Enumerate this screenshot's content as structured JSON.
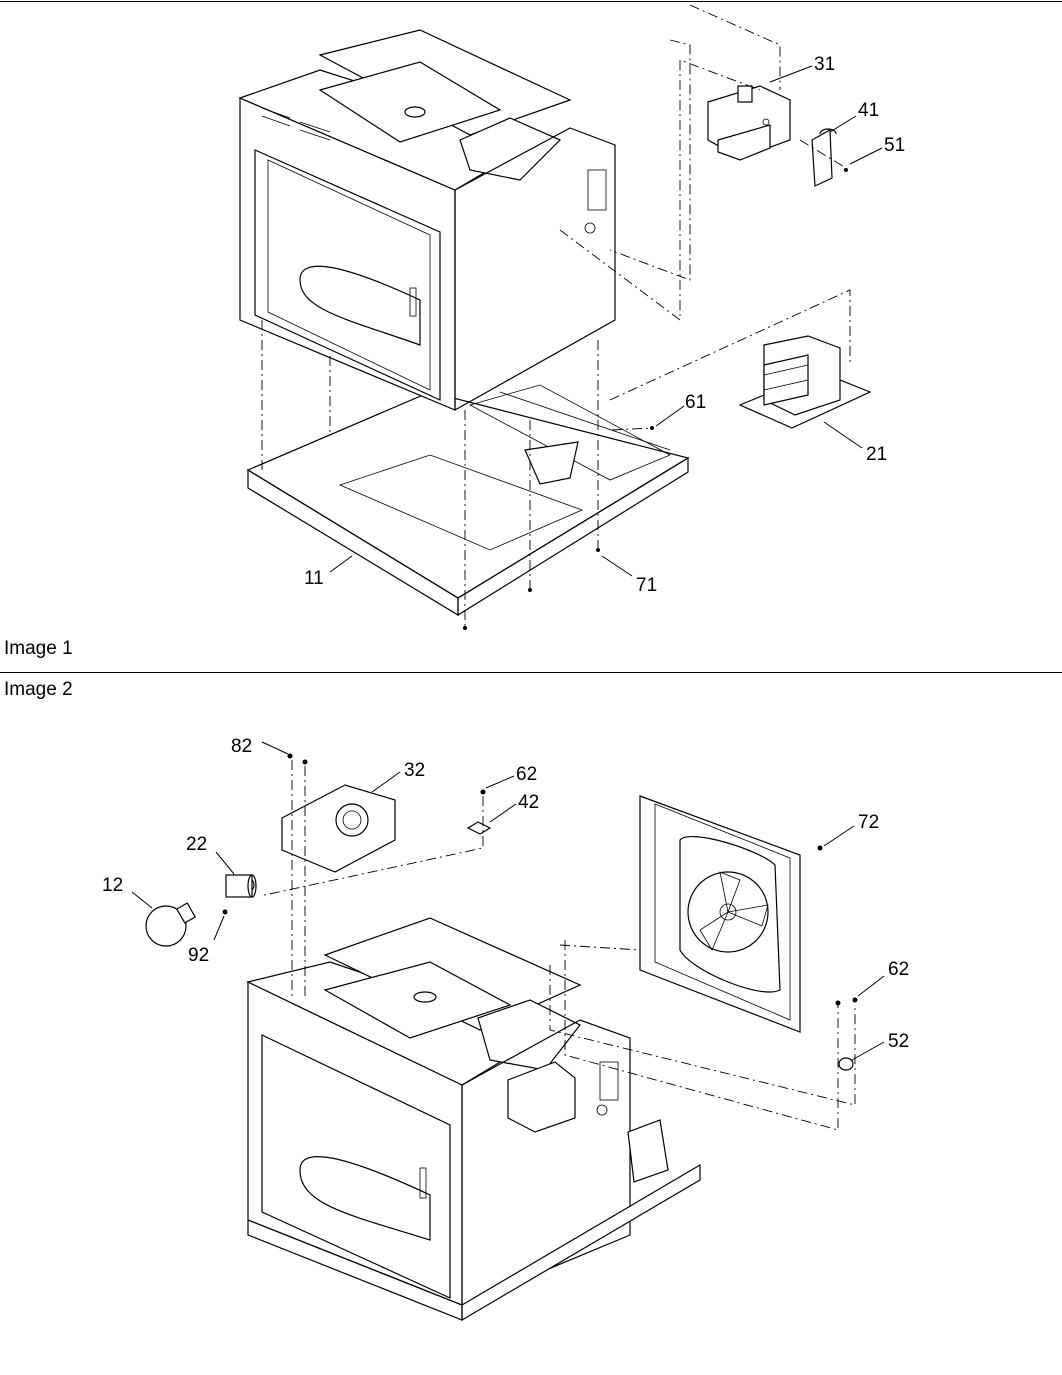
{
  "panels": [
    {
      "label": "Image 1",
      "callouts": [
        "11",
        "21",
        "31",
        "41",
        "51",
        "61",
        "71"
      ]
    },
    {
      "label": "Image 2",
      "callouts": [
        "12",
        "22",
        "32",
        "42",
        "52",
        "62",
        "62",
        "72",
        "82",
        "92"
      ]
    }
  ]
}
